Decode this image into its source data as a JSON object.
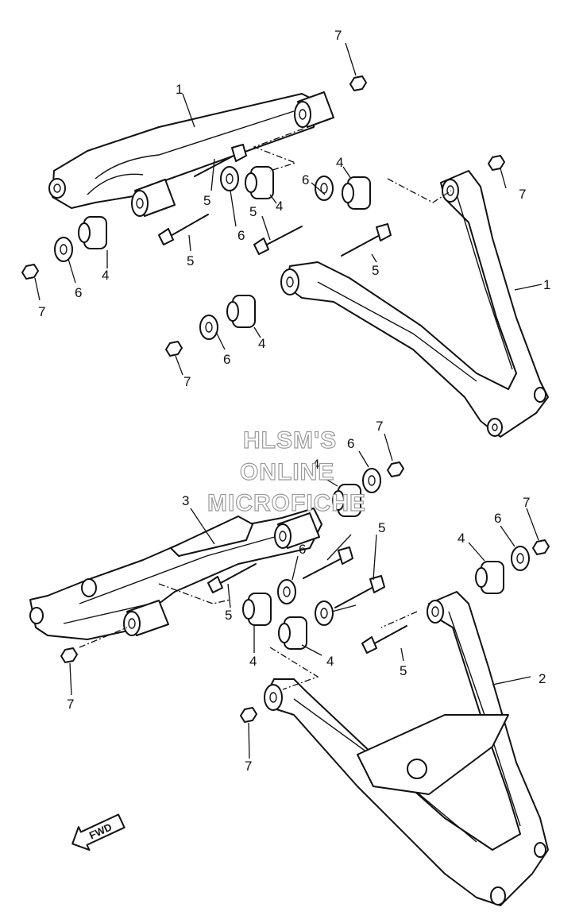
{
  "diagram": {
    "callouts": {
      "c1": "1",
      "c2": "1",
      "c3": "2",
      "c4": "3",
      "n4a": "4",
      "n4b": "4",
      "n4c": "4",
      "n4d": "4",
      "n4e": "4",
      "n4f": "4",
      "n4g": "4",
      "n4h": "4",
      "n5a": "5",
      "n5b": "5",
      "n5c": "5",
      "n5d": "5",
      "n5e": "5",
      "n5f": "5",
      "n5g": "5",
      "n6a": "6",
      "n6b": "6",
      "n6c": "6",
      "n6d": "6",
      "n6e": "6",
      "n6f": "6",
      "n6g": "6",
      "n7a": "7",
      "n7b": "7",
      "n7c": "7",
      "n7d": "7",
      "n7e": "7",
      "n7f": "7",
      "n7g": "7",
      "n7h": "7"
    },
    "direction_arrow": "FWD"
  },
  "watermark": {
    "line1": "HLSM'S",
    "line2": "ONLINE",
    "line3": "MICROFICHE"
  }
}
